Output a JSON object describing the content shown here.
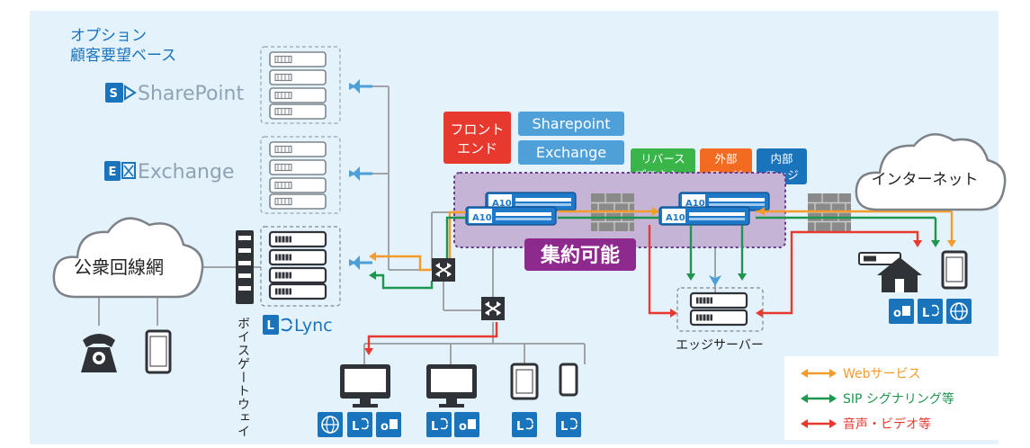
{
  "labels": {
    "optional_line1": "オプション",
    "optional_line2": "顧客要望ベース",
    "sharepoint_product": "SharePoint",
    "exchange_product": "Exchange",
    "lync_product": "Lync",
    "pstn": "公衆回線網",
    "voice_gateway": "ボイスゲートウェイ",
    "frontend_line1": "フロント",
    "frontend_line2": "エンド",
    "sharepoint_tag": "Sharepoint",
    "exchange_tag": "Exchange",
    "reverse_proxy_line1": "リバース",
    "reverse_proxy_line2": "プロキシー",
    "external_edge_line1": "外部",
    "external_edge_line2": "エッジ",
    "internal_edge_line1": "内部",
    "internal_edge_line2": "エッジ",
    "consolidation": "集約可能",
    "internet": "インターネット",
    "edge_servers": "エッジサーバー",
    "a10_badge": "A10"
  },
  "legend": [
    {
      "label": "Webサービス",
      "color": "#f39c2b"
    },
    {
      "label": "SIP シグナリング等",
      "color": "#1e9650"
    },
    {
      "label": "音声・ビデオ等",
      "color": "#e8392f"
    }
  ],
  "colors": {
    "background": "#e4f2fb",
    "cloud_border": "#7c8287",
    "frontend_red": "#e8392f",
    "tag_blue": "#4f9fd8",
    "proxy_green": "#39b54a",
    "external_orange": "#f26b21",
    "internal_blue": "#1a74bb",
    "consolidation_purple": "#8e2a8e",
    "zone_fill": "#c6b4d6",
    "firewall": "#7a7a7a"
  },
  "icons": {
    "sharepoint": "sharepoint-icon",
    "exchange": "exchange-icon",
    "lync": "lync-icon",
    "phone": "phone-icon",
    "tablet": "tablet-icon",
    "monitor": "monitor-icon",
    "house": "house-icon",
    "globe": "globe-icon",
    "outlook": "outlook-icon",
    "firewall": "firewall-icon",
    "switch": "switch-icon",
    "load_balancer": "load-balancer-icon"
  }
}
